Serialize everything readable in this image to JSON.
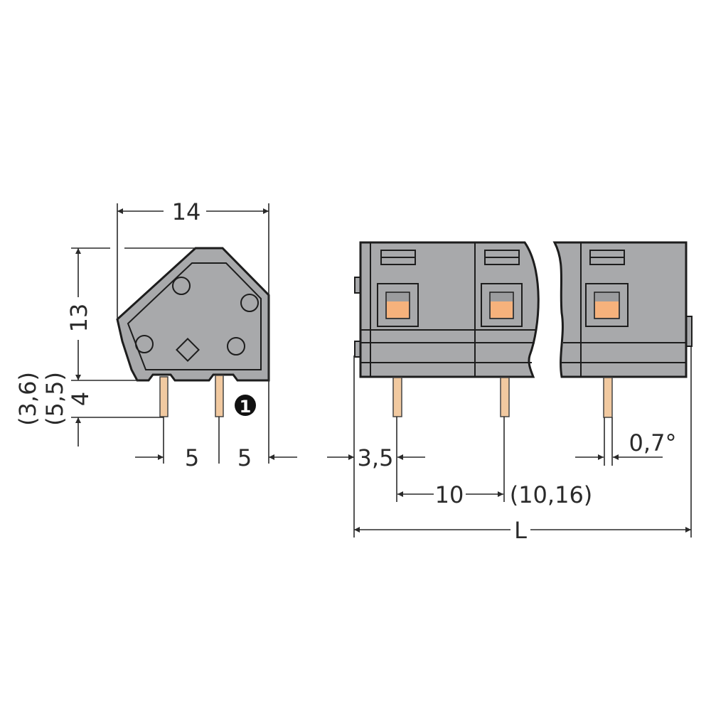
{
  "colors": {
    "housing": "#a8a9ab",
    "outline": "#1d1d1d",
    "pin": "#f1c9a0",
    "actuator": "#f6b27c",
    "marker": "#111111"
  },
  "side_view": {
    "width": "14",
    "height": "13",
    "pin_length": "4",
    "pin_length_alt1": "(5,5)",
    "pin_length_alt2": "(3,6)",
    "pitch_left": "5",
    "pitch_right": "5",
    "marker": "1"
  },
  "front_view": {
    "offset": "3,5",
    "pitch": "10",
    "pitch_alt": "(10,16)",
    "pin_size": "0,7°",
    "length": "L"
  }
}
